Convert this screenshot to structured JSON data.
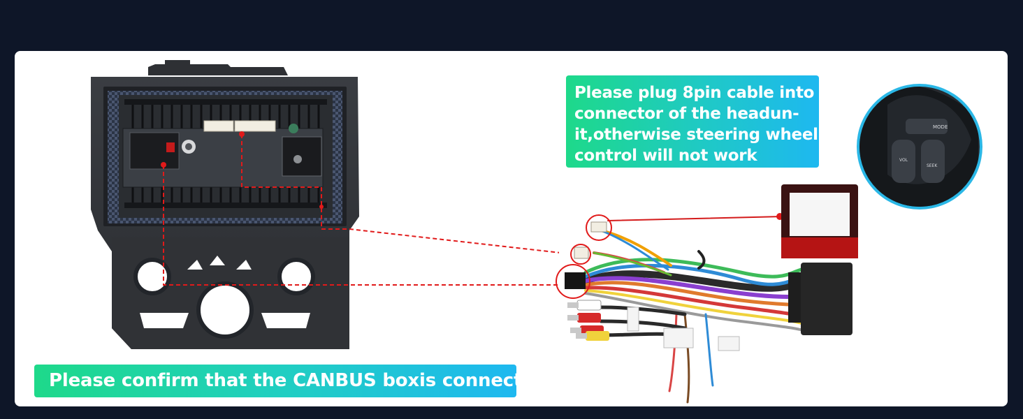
{
  "callout": {
    "lines": [
      "Please plug 8pin cable into",
      "connector of the headun-",
      "it,otherwise steering wheel",
      "control will not work"
    ]
  },
  "banner": {
    "text": "Please confirm that the CANBUS boxis connected"
  },
  "steering_control_labels": {
    "mode": "MODE",
    "vol": "VOL",
    "seek": "SEEK"
  },
  "colors": {
    "page_background": "#0e1628",
    "card": "#ffffff",
    "accent_green": "#1ed98a",
    "accent_blue": "#1eb8f0",
    "guide_line": "#e11a1a"
  }
}
